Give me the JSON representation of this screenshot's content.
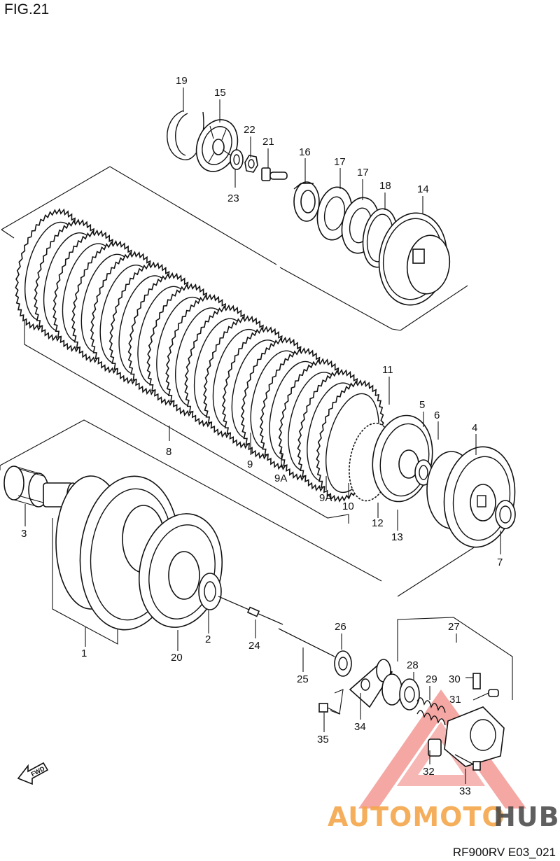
{
  "figure": {
    "title": "FIG.21",
    "code": "RF900RV E03_021"
  },
  "fwd_label": "FWD",
  "watermark": {
    "text_a": "AUTOMOTO",
    "text_b": "HUB",
    "color_a": "#f4a64a",
    "color_b": "#444444",
    "triangle_color": "#e8433a"
  },
  "callouts": {
    "p1": "1",
    "p2": "2",
    "p3": "3",
    "p4": "4",
    "p5": "5",
    "p6": "6",
    "p7": "7",
    "p8": "8",
    "p9": "9",
    "p9a_1": "9A",
    "p9a_2": "9A",
    "p10": "10",
    "p11": "11",
    "p12": "12",
    "p13": "13",
    "p14": "14",
    "p15": "15",
    "p16": "16",
    "p17_1": "17",
    "p17_2": "17",
    "p18": "18",
    "p19": "19",
    "p20": "20",
    "p21": "21",
    "p22": "22",
    "p23": "23",
    "p24": "24",
    "p25": "25",
    "p26": "26",
    "p27": "27",
    "p28": "28",
    "p29": "29",
    "p30": "30",
    "p31": "31",
    "p32": "32",
    "p33": "33",
    "p34": "34",
    "p35": "35"
  }
}
